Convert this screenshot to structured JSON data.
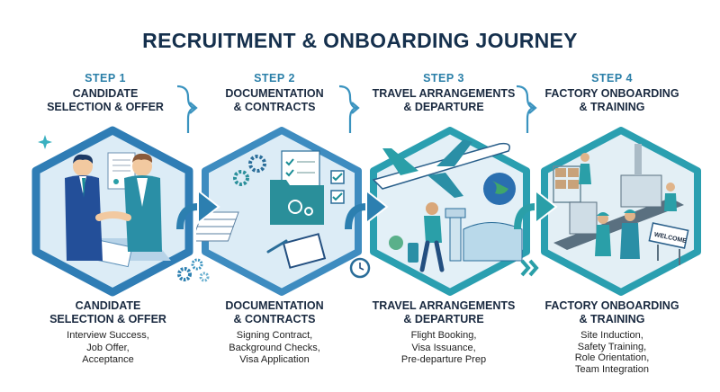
{
  "title": "RECRUITMENT & ONBOARDING JOURNEY",
  "colors": {
    "title": "#15304d",
    "step_label": "#2a7fa8",
    "hex_border": "#2f7db5",
    "hex_fill": "#dcecf6",
    "arrow": "#2c7fb0",
    "teal": "#2a9fa8"
  },
  "steps": [
    {
      "step_label": "STEP 1",
      "title": "CANDIDATE\nSELECTION & OFFER",
      "footer_title": "CANDIDATE\nSELECTION & OFFER",
      "details": "Interview Success,\nJob Offer,\nAcceptance",
      "illustration": "handshake-contract"
    },
    {
      "step_label": "STEP 2",
      "title": "DOCUMENTATION\n& CONTRACTS",
      "footer_title": "DOCUMENTATION\n& CONTRACTS",
      "details": "Signing Contract,\nBackground Checks,\nVisa Application",
      "illustration": "documents-folder-checklist"
    },
    {
      "step_label": "STEP 3",
      "title": "TRAVEL ARRANGEMENTS\n& DEPARTURE",
      "footer_title": "TRAVEL ARRANGEMENTS\n& DEPARTURE",
      "details": "Flight Booking,\nVisa Issuance,\nPre-departure Prep",
      "illustration": "airplane-airport-traveler"
    },
    {
      "step_label": "STEP 4",
      "title": "FACTORY ONBOARDING\n& TRAINING",
      "footer_title": "FACTORY ONBOARDING\n& TRAINING",
      "details": "Site Induction,\nSafety Training,\nRole Orientation,\nTeam Integration",
      "illustration": "factory-workers-welcome",
      "sign_text": "WELCOME"
    }
  ],
  "icons": [
    "gear-cluster-icon",
    "clock-icon",
    "double-chevron-icon",
    "globe-icon",
    "sparkle-icon"
  ]
}
